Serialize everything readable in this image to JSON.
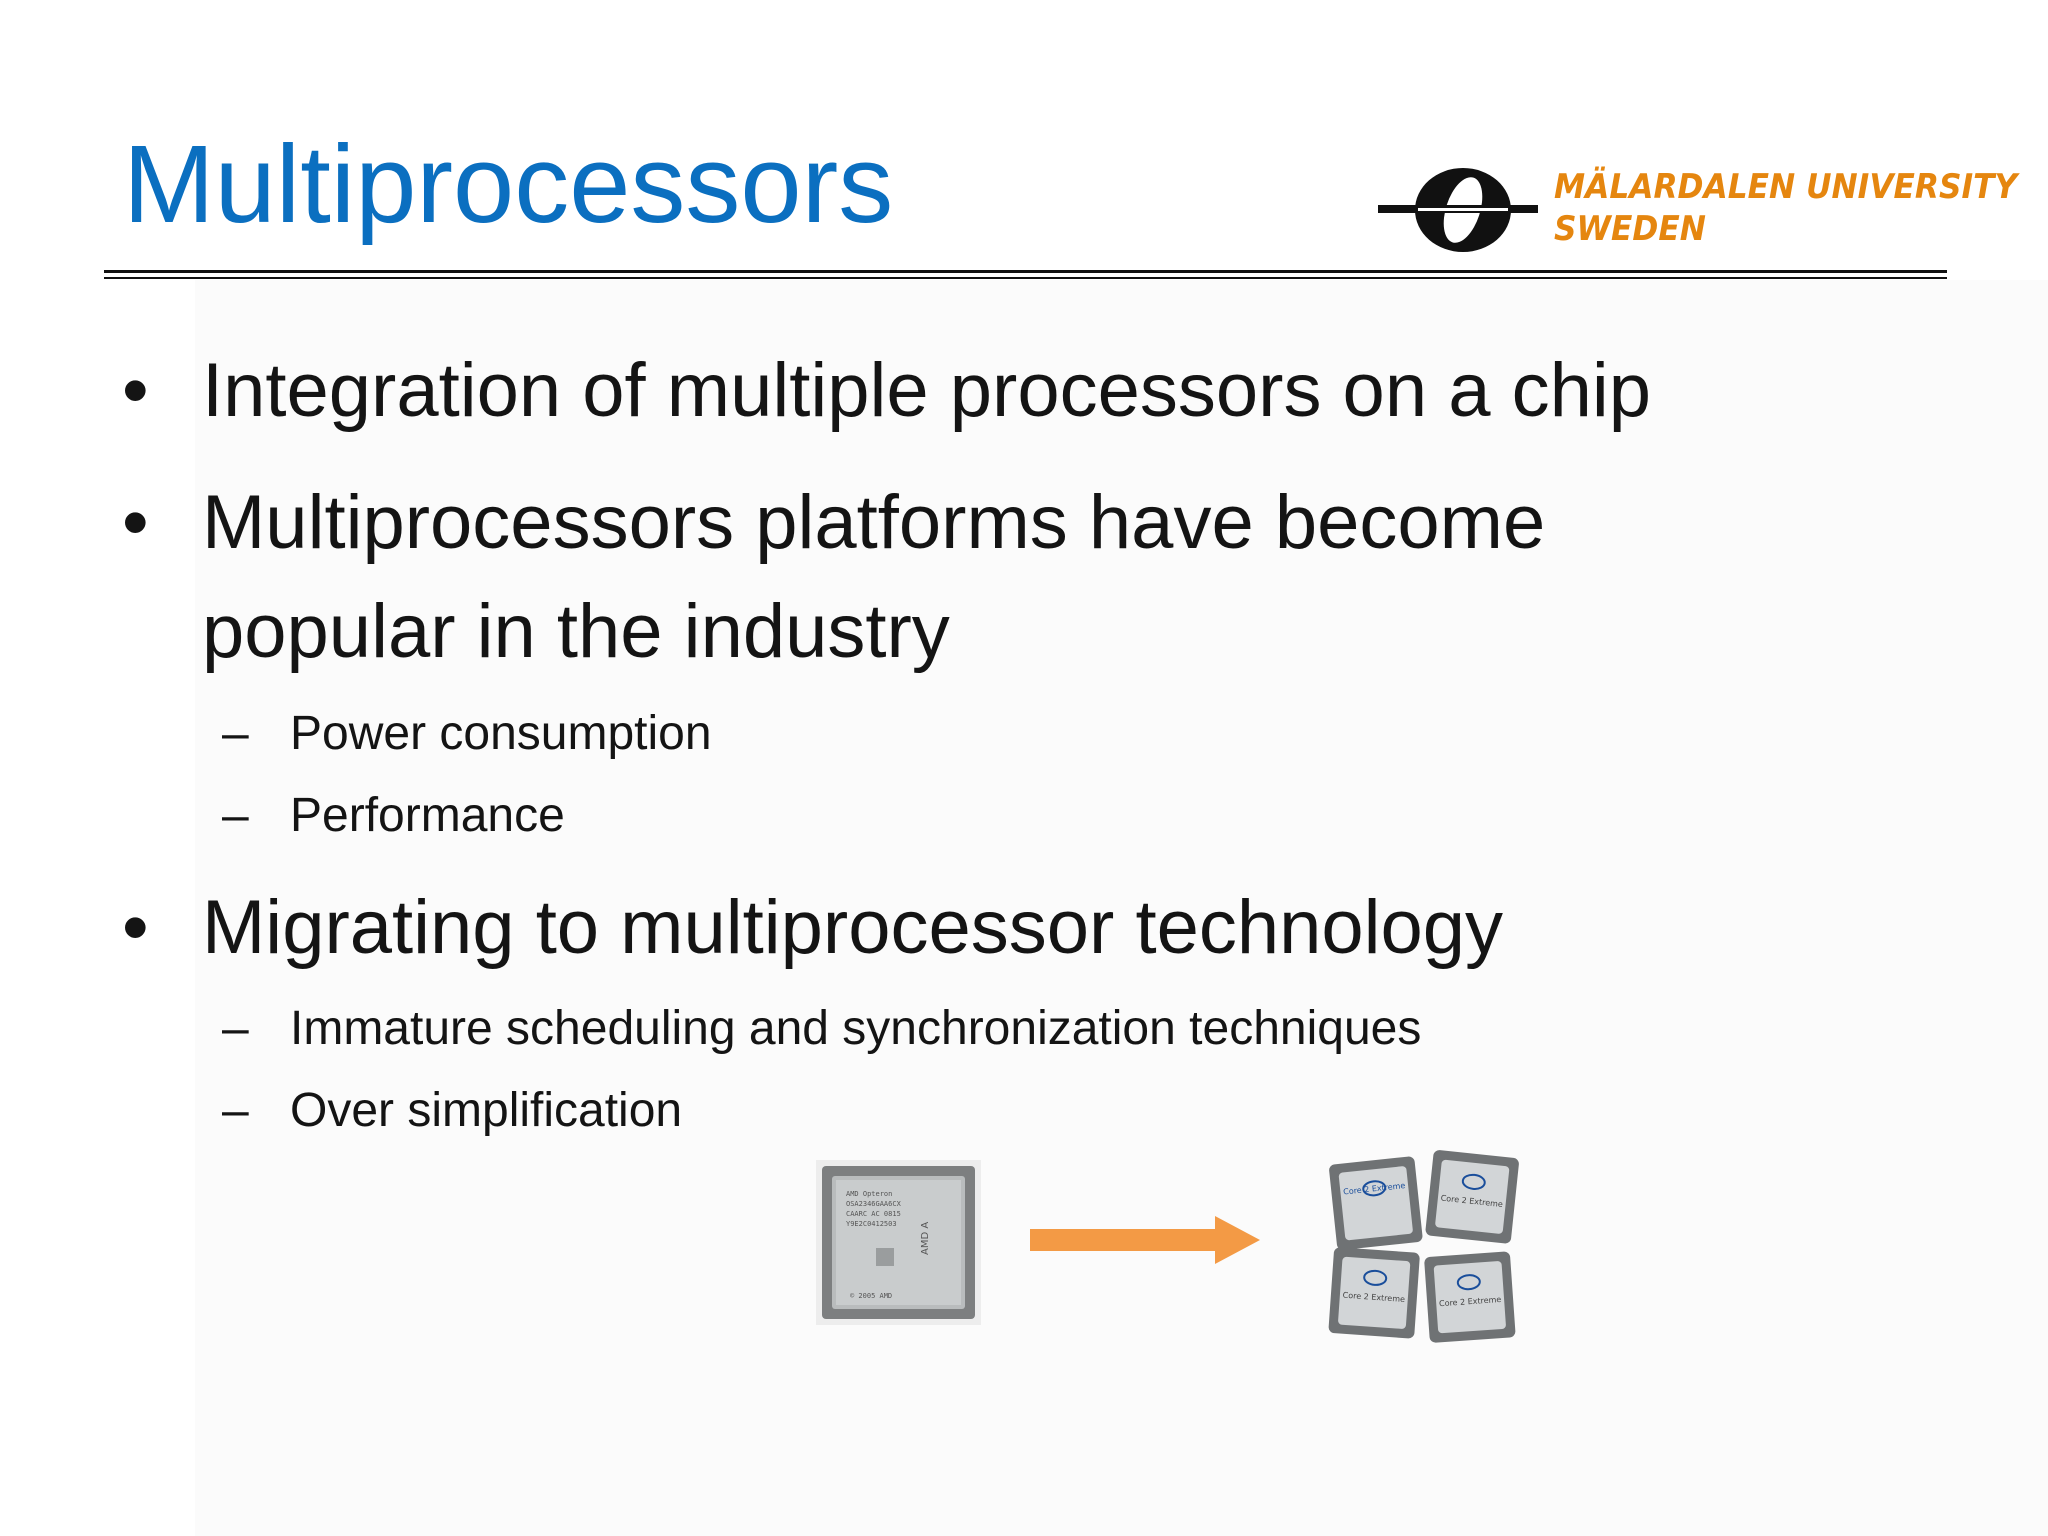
{
  "slide": {
    "title": "Multiprocessors",
    "logo": {
      "line1": "MÄLARDALEN UNIVERSITY",
      "line2": "SWEDEN",
      "color": "#e5860f"
    },
    "bullets": [
      {
        "lines": [
          "Integration of multiple processors on a chip"
        ],
        "sub": []
      },
      {
        "lines": [
          "Multiprocessors platforms have become",
          "popular in the industry"
        ],
        "sub": [
          "Power consumption",
          "Performance"
        ]
      },
      {
        "lines": [
          "Migrating to multiprocessor technology"
        ],
        "sub": [
          "Immature scheduling and synchronization techniques",
          "Over simplification"
        ]
      }
    ],
    "bullet_symbol": "•",
    "dash_symbol": "–",
    "images": {
      "single_chip_label": "AMD Opteron",
      "quad_chip_label": "Core 2 Extreme"
    },
    "colors": {
      "title": "#0b6fc0",
      "arrow": "#f39a45",
      "text": "#141414"
    }
  }
}
